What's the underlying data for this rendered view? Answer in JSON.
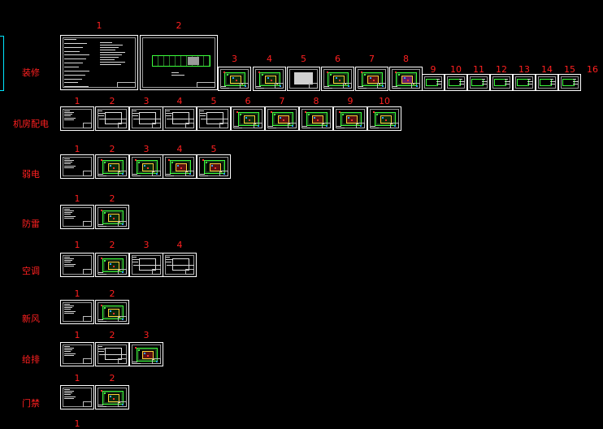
{
  "rows": [
    {
      "id": "row-1",
      "label": "装修",
      "sheets": [
        {
          "num": "1",
          "kind": "text"
        },
        {
          "num": "2",
          "kind": "wide"
        },
        {
          "num": "3",
          "kind": "plan"
        },
        {
          "num": "4",
          "kind": "plan"
        },
        {
          "num": "5",
          "kind": "blank"
        },
        {
          "num": "6",
          "kind": "plan"
        },
        {
          "num": "7",
          "kind": "planred"
        },
        {
          "num": "8",
          "kind": "planmag"
        },
        {
          "num": "9",
          "kind": "detail"
        },
        {
          "num": "10",
          "kind": "detail"
        },
        {
          "num": "11",
          "kind": "detail"
        },
        {
          "num": "12",
          "kind": "detail"
        },
        {
          "num": "13",
          "kind": "detail"
        },
        {
          "num": "14",
          "kind": "detail"
        },
        {
          "num": "15",
          "kind": "detail"
        },
        {
          "num": "16",
          "kind": "detail"
        }
      ]
    },
    {
      "id": "row-2",
      "label": "机房配电",
      "sheets": [
        {
          "num": "1",
          "kind": "text"
        },
        {
          "num": "2",
          "kind": "diagram"
        },
        {
          "num": "3",
          "kind": "diagram"
        },
        {
          "num": "4",
          "kind": "diagram"
        },
        {
          "num": "5",
          "kind": "diagram"
        },
        {
          "num": "6",
          "kind": "plan"
        },
        {
          "num": "7",
          "kind": "planred"
        },
        {
          "num": "8",
          "kind": "planred"
        },
        {
          "num": "9",
          "kind": "planred"
        },
        {
          "num": "10",
          "kind": "plan"
        }
      ]
    },
    {
      "id": "row-3",
      "label": "弱电",
      "sheets": [
        {
          "num": "1",
          "kind": "text"
        },
        {
          "num": "2",
          "kind": "plan"
        },
        {
          "num": "3",
          "kind": "plan"
        },
        {
          "num": "4",
          "kind": "planred"
        },
        {
          "num": "5",
          "kind": "planred"
        }
      ]
    },
    {
      "id": "row-4",
      "label": "防雷",
      "sheets": [
        {
          "num": "1",
          "kind": "text"
        },
        {
          "num": "2",
          "kind": "plan"
        }
      ]
    },
    {
      "id": "row-5",
      "label": "空调",
      "sheets": [
        {
          "num": "1",
          "kind": "text"
        },
        {
          "num": "2",
          "kind": "plan"
        },
        {
          "num": "3",
          "kind": "diagram"
        },
        {
          "num": "4",
          "kind": "diagram"
        }
      ]
    },
    {
      "id": "row-6",
      "label": "新风",
      "sheets": [
        {
          "num": "1",
          "kind": "text"
        },
        {
          "num": "2",
          "kind": "plan"
        }
      ]
    },
    {
      "id": "row-7",
      "label": "给排",
      "sheets": [
        {
          "num": "1",
          "kind": "text"
        },
        {
          "num": "2",
          "kind": "diagram"
        },
        {
          "num": "3",
          "kind": "planred"
        }
      ]
    },
    {
      "id": "row-8",
      "label": "门禁",
      "sheets": [
        {
          "num": "1",
          "kind": "text"
        },
        {
          "num": "2",
          "kind": "plan"
        }
      ]
    },
    {
      "id": "row-9",
      "label": "",
      "sheets": [
        {
          "num": "1",
          "kind": "none"
        }
      ]
    }
  ]
}
